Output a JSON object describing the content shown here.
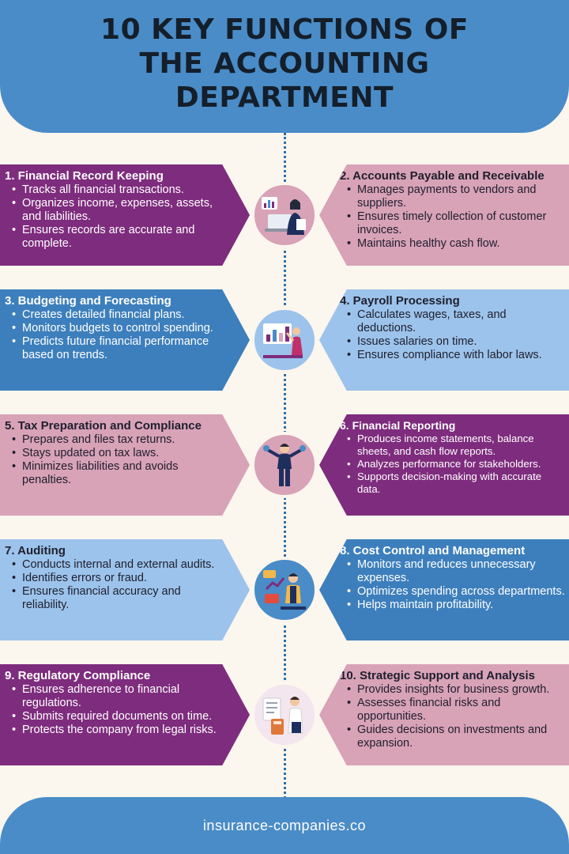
{
  "header": {
    "title": "10 KEY FUNCTIONS OF THE ACCOUNTING DEPARTMENT"
  },
  "footer": {
    "url": "insurance-companies.co"
  },
  "colors": {
    "header_blue": "#4a8cc7",
    "purple": "#7e2c7d",
    "pink": "#d8a2b7",
    "blue": "#3d7fbc",
    "light_blue": "#9cc3eb",
    "background": "#fbf6ee"
  },
  "functions": [
    {
      "title": "1. Financial Record Keeping",
      "bullets": [
        "Tracks all financial transactions.",
        "Organizes income, expenses, assets, and liabilities.",
        "Ensures records are accurate and complete."
      ]
    },
    {
      "title": "2. Accounts Payable and Receivable",
      "bullets": [
        "Manages payments to vendors and suppliers.",
        "Ensures timely collection of customer invoices.",
        "Maintains healthy cash flow."
      ]
    },
    {
      "title": "3. Budgeting and Forecasting",
      "bullets": [
        "Creates detailed financial plans.",
        "Monitors budgets to control spending.",
        "Predicts future financial performance based on trends."
      ]
    },
    {
      "title": "4. Payroll Processing",
      "bullets": [
        "Calculates wages, taxes, and deductions.",
        "Issues salaries on time.",
        "Ensures compliance with labor laws."
      ]
    },
    {
      "title": "5. Tax Preparation and Compliance",
      "bullets": [
        "Prepares and files tax returns.",
        "Stays updated on tax laws.",
        "Minimizes liabilities and avoids penalties."
      ]
    },
    {
      "title": "6. Financial Reporting",
      "bullets": [
        "Produces income statements, balance sheets, and cash flow reports.",
        "Analyzes performance for stakeholders.",
        "Supports decision-making with accurate data."
      ]
    },
    {
      "title": "7. Auditing",
      "bullets": [
        "Conducts internal and external audits.",
        "Identifies errors or fraud.",
        "Ensures financial accuracy and reliability."
      ]
    },
    {
      "title": "8. Cost Control and Management",
      "bullets": [
        "Monitors and reduces unnecessary expenses.",
        "Optimizes spending across departments.",
        "Helps maintain profitability."
      ]
    },
    {
      "title": "9. Regulatory Compliance",
      "bullets": [
        "Ensures adherence to financial regulations.",
        "Submits required documents on time.",
        "Protects the company from legal risks."
      ]
    },
    {
      "title": "10. Strategic Support and Analysis",
      "bullets": [
        "Provides insights for business growth.",
        "Assesses financial risks and opportunities.",
        "Guides decisions on investments and expansion."
      ]
    }
  ],
  "icons": [
    "laptop-analyst-icon",
    "presentation-chart-icon",
    "businessman-balance-icon",
    "auditor-money-icon",
    "calculator-documents-icon"
  ]
}
